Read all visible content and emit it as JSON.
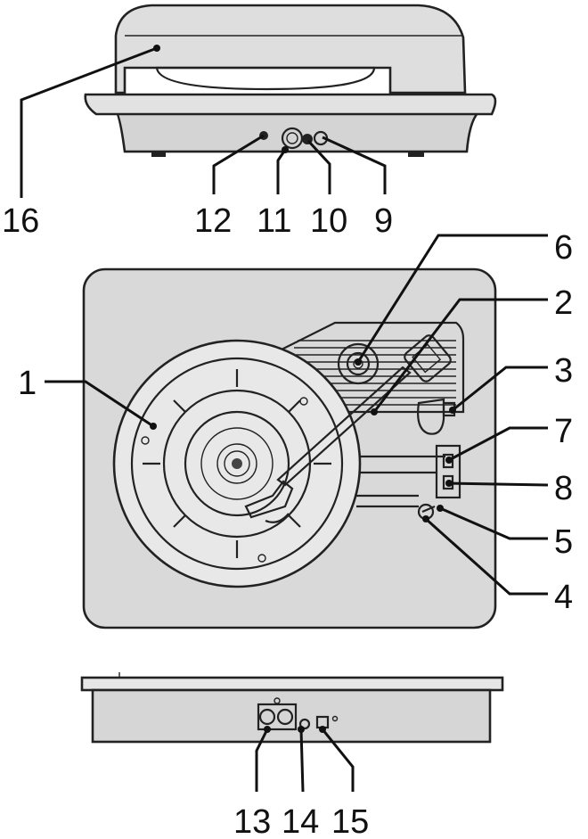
{
  "diagram": {
    "type": "turntable-parts-diagram",
    "views": [
      "front",
      "top",
      "rear"
    ],
    "colors": {
      "body_fill": "#dcdcdc",
      "platter_fill": "#e9e9e9",
      "line": "#222222",
      "label": "#111111"
    }
  },
  "labels": {
    "l1": "1",
    "l2": "2",
    "l3": "3",
    "l4": "4",
    "l5": "5",
    "l6": "6",
    "l7": "7",
    "l8": "8",
    "l9": "9",
    "l10": "10",
    "l11": "11",
    "l12": "12",
    "l13": "13",
    "l14": "14",
    "l15": "15",
    "l16": "16"
  }
}
